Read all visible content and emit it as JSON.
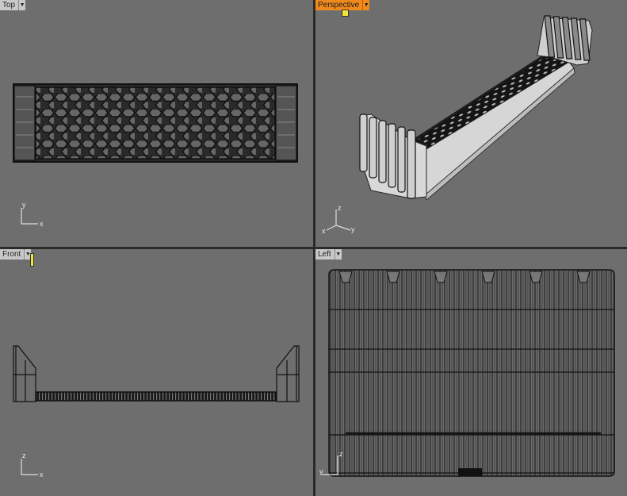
{
  "viewports": {
    "top": {
      "label": "Top",
      "axes": {
        "vertical": "y",
        "horizontal": "x"
      }
    },
    "perspective": {
      "label": "Perspective",
      "active": true,
      "axes": {
        "vertical": "z",
        "left": "x",
        "right": "y"
      }
    },
    "front": {
      "label": "Front",
      "axes": {
        "vertical": "z",
        "horizontal": "x"
      }
    },
    "left": {
      "label": "Left",
      "axes": {
        "vertical": "z",
        "horizontal": "y"
      }
    }
  },
  "dropdown_icon": "triangle-down",
  "colors": {
    "viewport_bg": "#6e6e6e",
    "active_tab": "#f08a1c",
    "inactive_tab": "#c9c9c9",
    "wire": "#111111",
    "marker": "#f2e23a"
  }
}
